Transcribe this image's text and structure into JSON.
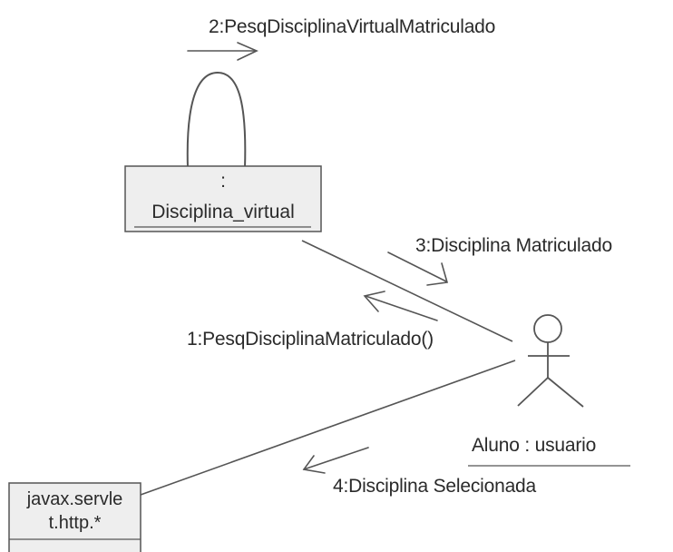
{
  "objects": {
    "disciplina_virtual": {
      "colon": ":",
      "name": "Disciplina_virtual"
    },
    "servlet": {
      "line1": "javax.servle",
      "line2": "t.http.*"
    },
    "actor": {
      "label": "Aluno : usuario"
    }
  },
  "messages": {
    "m1": "1:PesqDisciplinaMatriculado()",
    "m2": "2:PesqDisciplinaVirtualMatriculado",
    "m3": "3:Disciplina Matriculado",
    "m4": "4:Disciplina Selecionada"
  },
  "colors": {
    "box_fill": "#eeeeee",
    "line": "#555555",
    "text": "#2a2a2a"
  }
}
